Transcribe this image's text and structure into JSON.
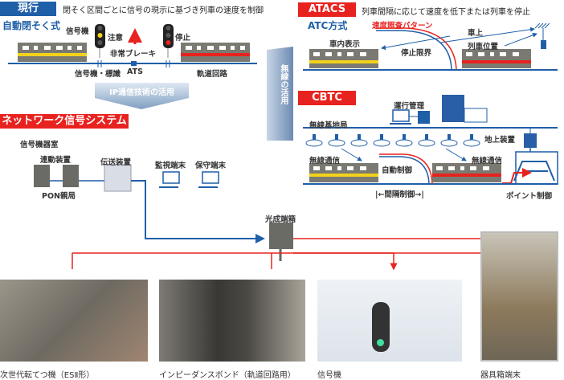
{
  "current": {
    "badge": "現行",
    "desc": "閉そく区間ごとに信号の現示に基づき列車の速度を制御",
    "method": "自動閉そく式",
    "signal": "信号機",
    "caution": "注意",
    "stop": "停止",
    "emergency_brake": "非常ブレーキ",
    "signal_sign": "信号機・標識",
    "ats": "ATS",
    "track_circuit": "軌道回路"
  },
  "ip_arrow": "IP通信技術の活用",
  "wireless_arrow": "無線の活用",
  "network": {
    "badge": "ネットワーク信号システム",
    "room": "信号機器室",
    "interlocking": "連動装置",
    "pon": "PON親局",
    "transmission": "伝送装置",
    "monitor": "監視端末",
    "maintenance": "保守端末",
    "optical_box": "光成端箱"
  },
  "atacs": {
    "badge": "ATACS",
    "desc": "列車間隔に応じて速度を低下または列車を停止",
    "method": "ATC方式",
    "pattern": "速度照査パターン",
    "cab_display": "車内表示",
    "stop_limit": "停止限界",
    "onboard": "車上",
    "train_position": "列車位置"
  },
  "cbtc": {
    "badge": "CBTC",
    "operation": "運行管理",
    "base_station": "無線基地局",
    "ground_device": "地上装置",
    "radio1": "無線通信",
    "radio2": "無線通信",
    "auto_control": "自動制御",
    "interval_control": "|←間隔制御→|",
    "point_control": "ポイント制御"
  },
  "photos": [
    {
      "caption": "次世代転てつ機（ESⅡ形）"
    },
    {
      "caption": "インピーダンスボンド（軌道回路用）"
    },
    {
      "caption": "信号機"
    },
    {
      "caption": "器具箱端末"
    }
  ],
  "colors": {
    "blue": "#1f5fa8",
    "red": "#e8231f",
    "yellow": "#f2d21b"
  }
}
